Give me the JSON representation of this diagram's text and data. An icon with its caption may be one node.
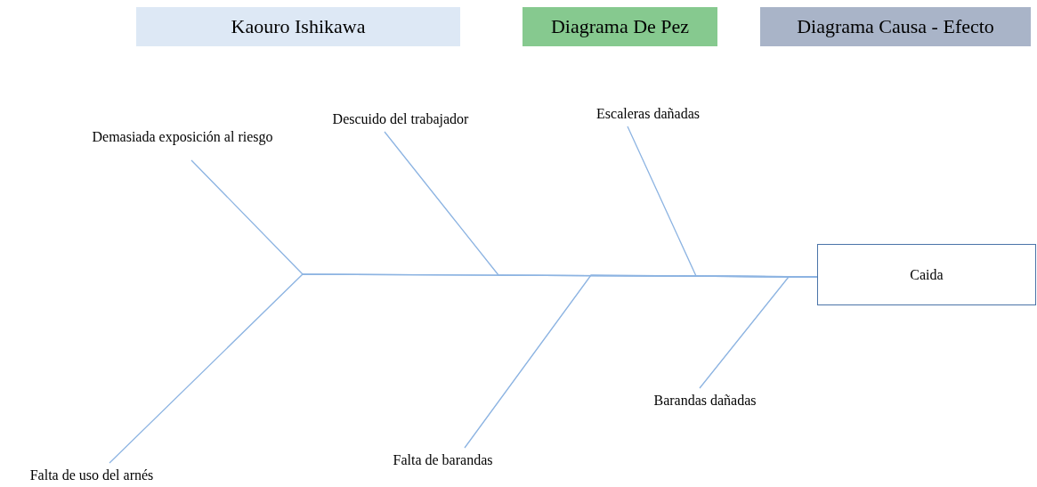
{
  "diagram": {
    "nodes": [
      {
        "text": [
          "Kaouro Ishikawa"
        ]
      },
      {
        "text": [
          "Diagrama De Pez"
        ]
      },
      {
        "text": [
          "Diagrama Causa - Efecto"
        ]
      },
      {
        "text": [
          "Demasiada exposición al riesgo"
        ]
      },
      {
        "text": [
          "Descuido del trabajador"
        ]
      },
      {
        "text": [
          "Escaleras dañadas"
        ]
      },
      {
        "text": [
          "Caida"
        ]
      },
      {
        "text": [
          "Barandas dañadas"
        ]
      },
      {
        "text": [
          "Falta de barandas"
        ]
      },
      {
        "text": [
          "Falta de uso del arnés"
        ]
      }
    ],
    "edges": [
      {
        "from": 3,
        "to": 6,
        "arrow": "none"
      },
      {
        "from": 4,
        "to": 6,
        "arrow": "none"
      },
      {
        "from": 5,
        "to": 6,
        "arrow": "none"
      },
      {
        "from": 7,
        "to": 6,
        "arrow": "none"
      },
      {
        "from": 8,
        "to": 6,
        "arrow": "none"
      },
      {
        "from": 9,
        "to": 6,
        "arrow": "none"
      }
    ]
  }
}
